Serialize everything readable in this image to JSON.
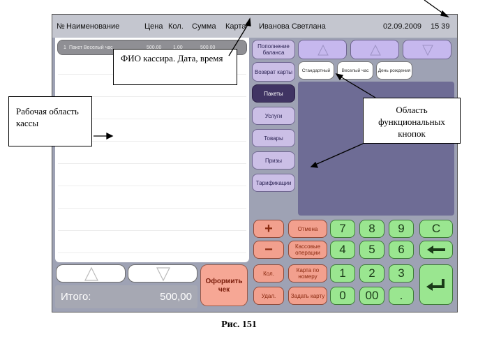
{
  "header": {
    "col_num": "№",
    "col_name": "Наименование",
    "col_price": "Цена",
    "col_qty": "Кол.",
    "col_sum": "Сумма",
    "col_card": "Карта",
    "cashier": "Иванова Светлана",
    "date": "02.09.2009",
    "time": "15 39"
  },
  "receipt_rows": [
    {
      "num": "1",
      "name": "Пакет Веселый час",
      "price": "500,00",
      "qty": "1,00",
      "sum": "500,00"
    }
  ],
  "total": {
    "label": "Итого:",
    "value": "500,00"
  },
  "checkout_label": "Оформить чек",
  "side_buttons": {
    "replenish": "Пополнение баланса",
    "return_card": "Возврат карты",
    "packages": "Пакеты",
    "services": "Услуги",
    "goods": "Товары",
    "prizes": "Призы",
    "tariffs": "Тарификации"
  },
  "package_buttons": {
    "standard": "Стандартный",
    "happy_hour": "Веселый час",
    "birthday": "День рождения"
  },
  "action_buttons": {
    "plus": "+",
    "minus": "−",
    "cancel": "Отмена",
    "cash_ops": "Кассовые операции",
    "qty": "Кол.",
    "card_by_number": "Карта по номеру",
    "delete": "Удал.",
    "set_card": "Задать карту"
  },
  "keypad": {
    "k7": "7",
    "k8": "8",
    "k9": "9",
    "kc": "C",
    "k4": "4",
    "k5": "5",
    "k6": "6",
    "k1": "1",
    "k2": "2",
    "k3": "3",
    "k0": "0",
    "k00": "00",
    "kdot": "."
  },
  "annotations": {
    "cashier_note": "ФИО кассира. Дата, время",
    "work_area_note": "Рабочая область кассы",
    "func_area_note": "Область функциональных кнопок"
  },
  "caption": "Рис. 151",
  "colors": {
    "header_bg": "#c4c6cf",
    "panel_bg": "#9ea2b4",
    "func_area": "#6e6c95",
    "green_key": "#9ae690",
    "red_key": "#f2a08e",
    "lilac_btn": "#cbbfe6"
  }
}
